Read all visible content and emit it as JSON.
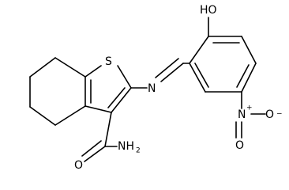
{
  "molecule": {
    "atoms": {
      "sulfur": "S",
      "hydroxyl": "HO",
      "imine_nitrogen": "N",
      "nitro_nitrogen": "N",
      "nitro_plus": "+",
      "nitro_o_right": "O",
      "nitro_o_minus": "−",
      "nitro_o_down": "O",
      "amide_nitrogen": "NH",
      "amide_h_subscript": "2",
      "amide_oxygen": "O"
    }
  }
}
